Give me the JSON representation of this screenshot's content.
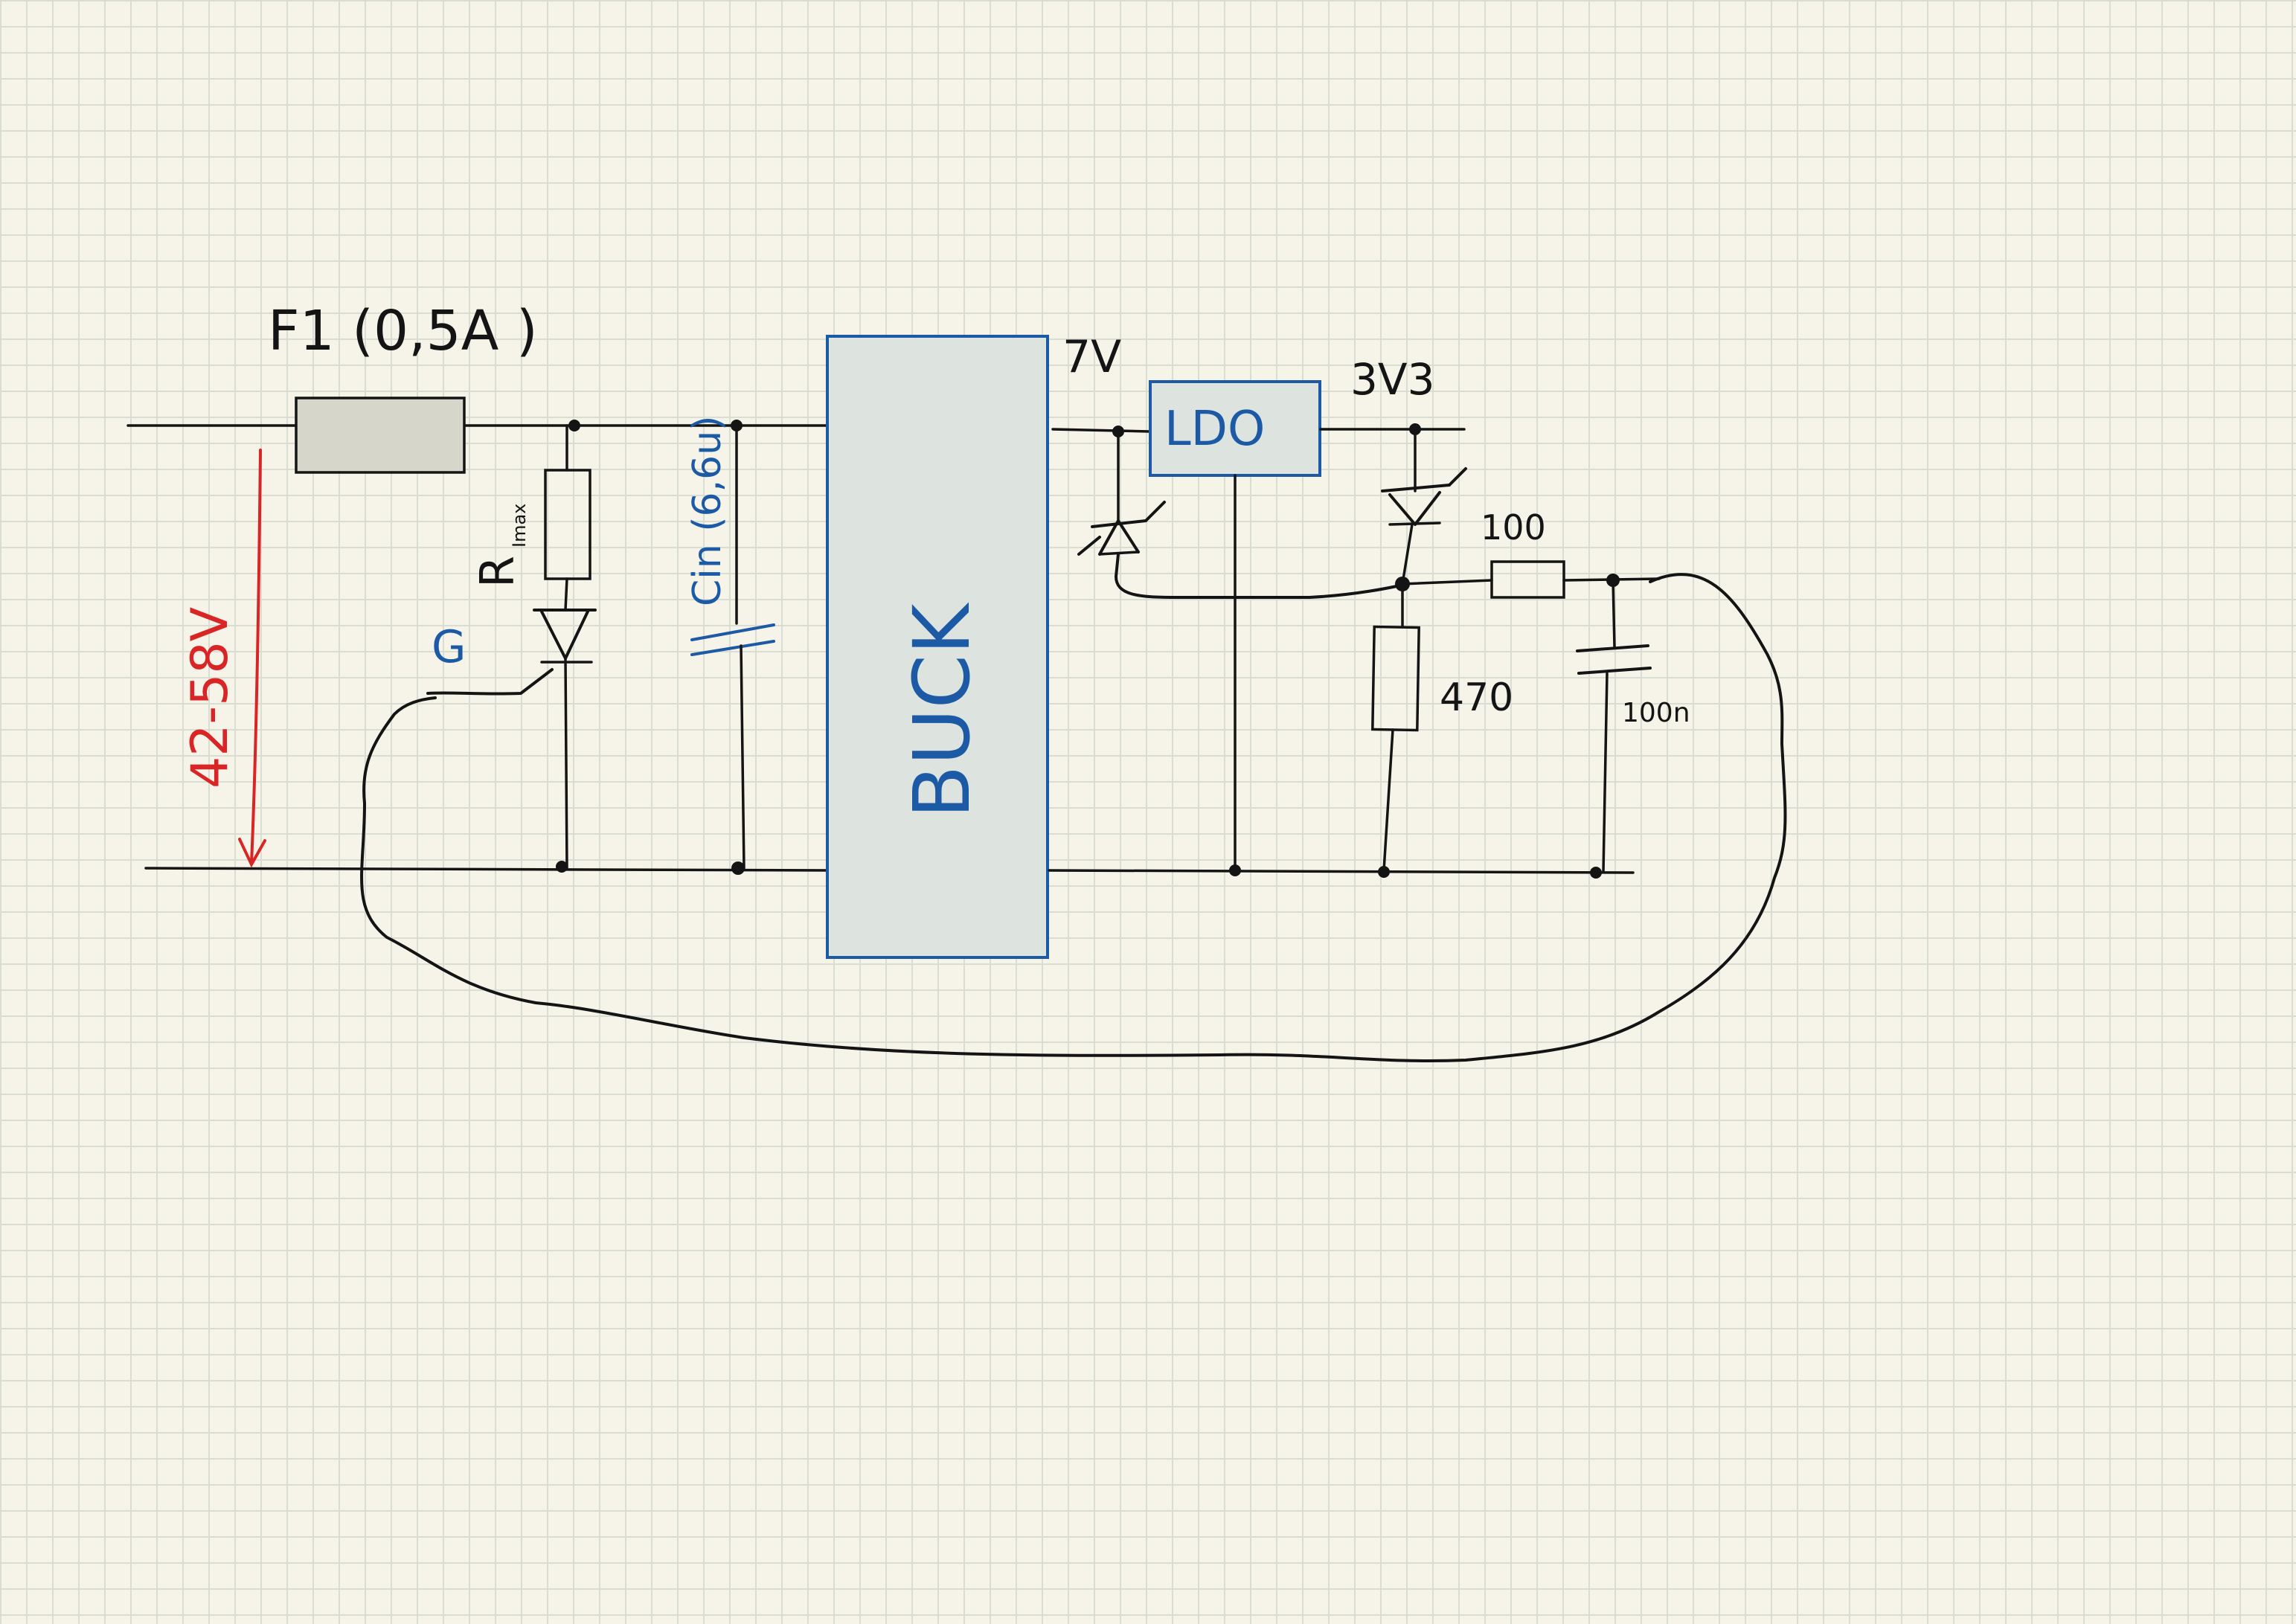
{
  "components": {
    "fuse_label": "F1 (0,5A )",
    "rimax_label": "R",
    "rimax_sub": "Imax",
    "gate_label": "G",
    "cin_label": "Cin (6,6u)",
    "buck_label": "BUCK",
    "ldo_label": "LDO",
    "vout_7v_label": "7V",
    "vout_3v3_label": "3V3",
    "r100_label": "100",
    "r470_label": "470",
    "c100n_label": "100n",
    "input_range_label": "42-58V"
  },
  "colors": {
    "ink": "#141414",
    "annotation_blue": "#1d5aa6",
    "voltage_red": "#d92525",
    "block_fill": "#dde3df",
    "fuse_fill": "#d6d6ca",
    "paper": "#f6f4e8",
    "grid": "#d9ddd2"
  }
}
